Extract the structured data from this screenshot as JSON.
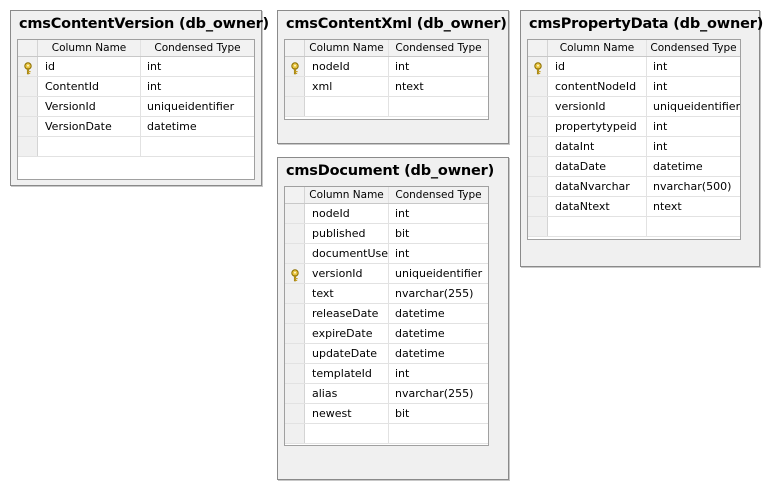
{
  "header": {
    "column_name": "Column Name",
    "condensed_type": "Condensed Type"
  },
  "tables": [
    {
      "title": "cmsContentVersion (db_owner)",
      "rows": [
        {
          "name": "id",
          "type": "int",
          "key": true
        },
        {
          "name": "ContentId",
          "type": "int",
          "key": false
        },
        {
          "name": "VersionId",
          "type": "uniqueidentifier",
          "key": false
        },
        {
          "name": "VersionDate",
          "type": "datetime",
          "key": false
        },
        {
          "name": "",
          "type": "",
          "key": false
        }
      ]
    },
    {
      "title": "cmsContentXml (db_owner)",
      "rows": [
        {
          "name": "nodeId",
          "type": "int",
          "key": true
        },
        {
          "name": "xml",
          "type": "ntext",
          "key": false
        },
        {
          "name": "",
          "type": "",
          "key": false
        }
      ]
    },
    {
      "title": "cmsPropertyData (db_owner)",
      "rows": [
        {
          "name": "id",
          "type": "int",
          "key": true
        },
        {
          "name": "contentNodeId",
          "type": "int",
          "key": false
        },
        {
          "name": "versionId",
          "type": "uniqueidentifier",
          "key": false
        },
        {
          "name": "propertytypeid",
          "type": "int",
          "key": false
        },
        {
          "name": "dataInt",
          "type": "int",
          "key": false
        },
        {
          "name": "dataDate",
          "type": "datetime",
          "key": false
        },
        {
          "name": "dataNvarchar",
          "type": "nvarchar(500)",
          "key": false
        },
        {
          "name": "dataNtext",
          "type": "ntext",
          "key": false
        },
        {
          "name": "",
          "type": "",
          "key": false
        }
      ]
    },
    {
      "title": "cmsDocument (db_owner)",
      "rows": [
        {
          "name": "nodeId",
          "type": "int",
          "key": false
        },
        {
          "name": "published",
          "type": "bit",
          "key": false
        },
        {
          "name": "documentUser",
          "type": "int",
          "key": false
        },
        {
          "name": "versionId",
          "type": "uniqueidentifier",
          "key": true
        },
        {
          "name": "text",
          "type": "nvarchar(255)",
          "key": false
        },
        {
          "name": "releaseDate",
          "type": "datetime",
          "key": false
        },
        {
          "name": "expireDate",
          "type": "datetime",
          "key": false
        },
        {
          "name": "updateDate",
          "type": "datetime",
          "key": false
        },
        {
          "name": "templateId",
          "type": "int",
          "key": false
        },
        {
          "name": "alias",
          "type": "nvarchar(255)",
          "key": false
        },
        {
          "name": "newest",
          "type": "bit",
          "key": false
        },
        {
          "name": "",
          "type": "",
          "key": false
        }
      ]
    }
  ]
}
